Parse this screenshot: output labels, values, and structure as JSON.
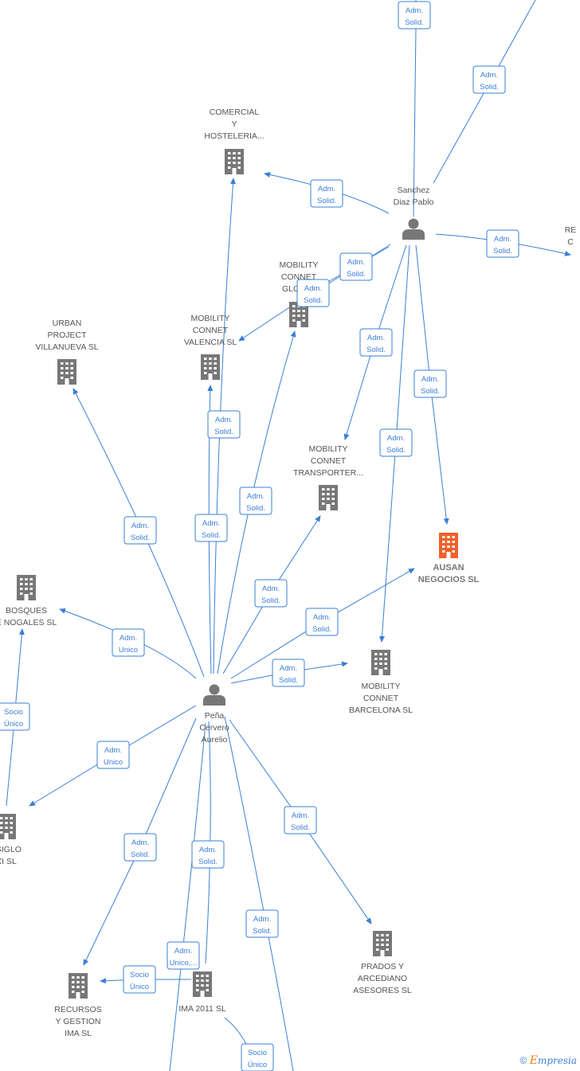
{
  "nodes": [
    {
      "id": "sanchez",
      "type": "person",
      "lines": [
        "Sanchez",
        "Diaz Pablo"
      ]
    },
    {
      "id": "pena",
      "type": "person",
      "lines": [
        "Peña",
        "Cervero",
        "Aurelio"
      ]
    },
    {
      "id": "comercial",
      "type": "company",
      "lines": [
        "COMERCIAL",
        "Y",
        "HOSTELERIA..."
      ]
    },
    {
      "id": "mc_global",
      "type": "company",
      "lines": [
        "MOBILITY",
        "CONNET",
        "GLOBAL"
      ]
    },
    {
      "id": "mc_valencia",
      "type": "company",
      "lines": [
        "MOBILITY",
        "CONNET",
        "VALENCIA  SL"
      ]
    },
    {
      "id": "urban",
      "type": "company",
      "lines": [
        "URBAN",
        "PROJECT",
        "VILLANUEVA  SL"
      ]
    },
    {
      "id": "mc_transporter",
      "type": "company",
      "lines": [
        "MOBILITY",
        "CONNET",
        "TRANSPORTER..."
      ]
    },
    {
      "id": "ausan",
      "type": "company",
      "highlight": true,
      "lines": [
        "AUSAN",
        "NEGOCIOS  SL"
      ]
    },
    {
      "id": "bosques",
      "type": "company",
      "lines": [
        "BOSQUES",
        "E NOGALES SL"
      ]
    },
    {
      "id": "mc_barcelona",
      "type": "company",
      "lines": [
        "MOBILITY",
        "CONNET",
        "BARCELONA  SL"
      ]
    },
    {
      "id": "siglo",
      "type": "company",
      "lines": [
        "I SIGLO",
        "XI SL"
      ]
    },
    {
      "id": "prados",
      "type": "company",
      "lines": [
        "PRADOS Y",
        "ARCEDIANO",
        "ASESORES SL"
      ]
    },
    {
      "id": "recursos",
      "type": "company",
      "lines": [
        "RECURSOS",
        "Y GESTION",
        "IMA SL"
      ]
    },
    {
      "id": "ima2011",
      "type": "company",
      "lines": [
        "IMA 2011 SL"
      ]
    },
    {
      "id": "re_partial",
      "type": "company",
      "lines": [
        "RE",
        "C"
      ]
    }
  ],
  "edges": [
    {
      "lines": [
        "Adm.",
        "Solid."
      ]
    },
    {
      "lines": [
        "Adm.",
        "Solid."
      ]
    },
    {
      "lines": [
        "Adm.",
        "Solid."
      ]
    },
    {
      "lines": [
        "Adm.",
        "Solid."
      ]
    },
    {
      "lines": [
        "Adm.",
        "Solid."
      ]
    },
    {
      "lines": [
        "Adm.",
        "Solid."
      ]
    },
    {
      "lines": [
        "Adm.",
        "Solid."
      ]
    },
    {
      "lines": [
        "Adm.",
        "Solid."
      ]
    },
    {
      "lines": [
        "Adm.",
        "Solid."
      ]
    },
    {
      "lines": [
        "Adm.",
        "Solid."
      ]
    },
    {
      "lines": [
        "Adm.",
        "Solid."
      ]
    },
    {
      "lines": [
        "Adm.",
        "Solid."
      ]
    },
    {
      "lines": [
        "Adm.",
        "Solid."
      ]
    },
    {
      "lines": [
        "Adm.",
        "Solid."
      ]
    },
    {
      "lines": [
        "Adm.",
        "Solid."
      ]
    },
    {
      "lines": [
        "Adm.",
        "Unico"
      ]
    },
    {
      "lines": [
        "Adm.",
        "Solid."
      ]
    },
    {
      "lines": [
        "Adm.",
        "Unico"
      ]
    },
    {
      "lines": [
        "Adm.",
        "Solid."
      ]
    },
    {
      "lines": [
        "Adm.",
        "Solid."
      ]
    },
    {
      "lines": [
        "Adm.",
        "Solid."
      ]
    },
    {
      "lines": [
        "Adm.",
        "Solid."
      ]
    },
    {
      "lines": [
        "Adm.",
        "Unico,..."
      ]
    },
    {
      "lines": [
        "Socio",
        "Único"
      ]
    },
    {
      "lines": [
        "Socio",
        "Único"
      ]
    },
    {
      "lines": [
        "Socio",
        "Único"
      ]
    }
  ],
  "colors": {
    "edge": "#3a7fd5",
    "node": "#777777",
    "highlight": "#f0602a"
  },
  "brand": {
    "copyright": "©",
    "e": "E",
    "rest": "mpresia"
  }
}
